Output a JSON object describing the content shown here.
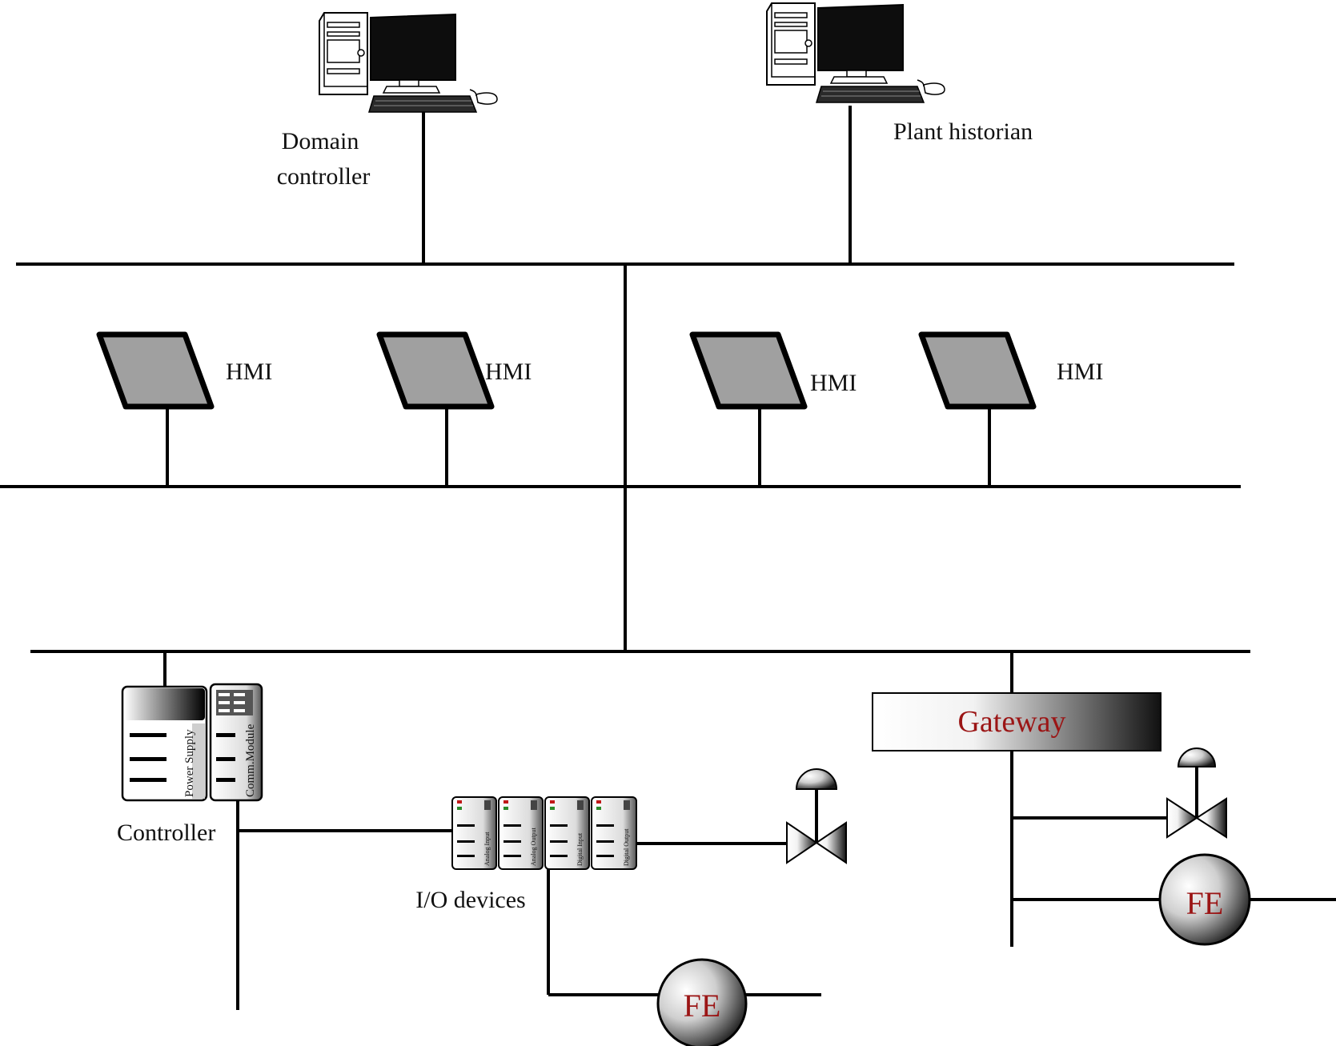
{
  "top": {
    "domain_controller": {
      "line1": "Domain",
      "line2": "controller"
    },
    "plant_historian": "Plant historian"
  },
  "hmis": [
    "HMI",
    "HMI",
    "HMI",
    "HMI"
  ],
  "field": {
    "controller": {
      "label": "Controller",
      "power_supply": "Power Supply",
      "comm_module": "Comm.Module"
    },
    "io": {
      "label": "I/O devices",
      "modules": [
        "Analog Input",
        "Analog Output",
        "Digital Input",
        "Digital Output"
      ]
    },
    "gateway": "Gateway",
    "fe_left": "FE",
    "fe_right": "FE"
  },
  "colors": {
    "accent": "#9b1515",
    "hmi_screen": "#a0a0a0",
    "line": "#000000"
  }
}
